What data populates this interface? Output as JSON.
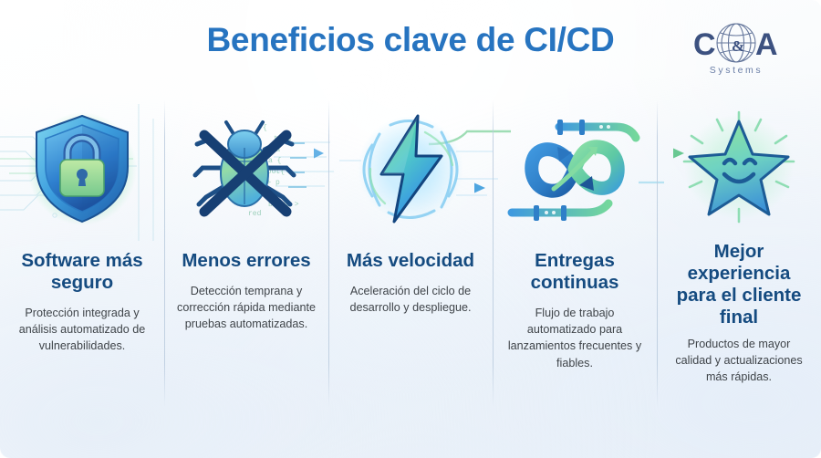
{
  "header": {
    "title": "Beneficios clave de CI/CD",
    "logo": {
      "mark": "C&A",
      "letter_left": "C",
      "ampersand": "&",
      "letter_right": "A",
      "wordmark": "S y s t e m s",
      "icon": "globe-icon"
    }
  },
  "theme": {
    "title_blue": "#2774c0",
    "heading_navy": "#154b80",
    "body_gray": "#3f4449",
    "accent_green": "#6fd08c",
    "accent_blue": "#2f86d8",
    "deep_navy": "#123a6b",
    "divider": "#bacbde",
    "background": "#f4f8fc"
  },
  "columns": [
    {
      "icon": "shield-lock-icon",
      "icon_desc": "Blue shield with green padlock over circuit-board tracery",
      "heading": "Software más seguro",
      "body": "Protección integrada y análisis automatizado de vulnerabilidades."
    },
    {
      "icon": "bug-crossed-out-icon",
      "icon_desc": "Green-blue beetle struck through with a dark navy X over code fragments",
      "heading": "Menos errores",
      "body": "Detección temprana y corrección rápida mediante pruebas automatizadas."
    },
    {
      "icon": "lightning-bolt-icon",
      "icon_desc": "Green-to-blue lightning bolt inside a swirl of blue energy",
      "heading": "Más velocidad",
      "body": "Aceleración del ciclo de desarrollo y despliegue."
    },
    {
      "icon": "infinity-devops-icon",
      "icon_desc": "Blue and green infinity loop with arrowheads and pipeline bars",
      "heading": "Entregas continuas",
      "body": "Flujo de trabajo automatizado para lanzamientos frecuentes y fiables."
    },
    {
      "icon": "smiling-star-icon",
      "icon_desc": "Smiling gradient star radiating sparkle lines",
      "heading": "Mejor experiencia para el cliente final",
      "body": "Productos de mayor calidad y actualizaciones más rápidas."
    }
  ]
}
